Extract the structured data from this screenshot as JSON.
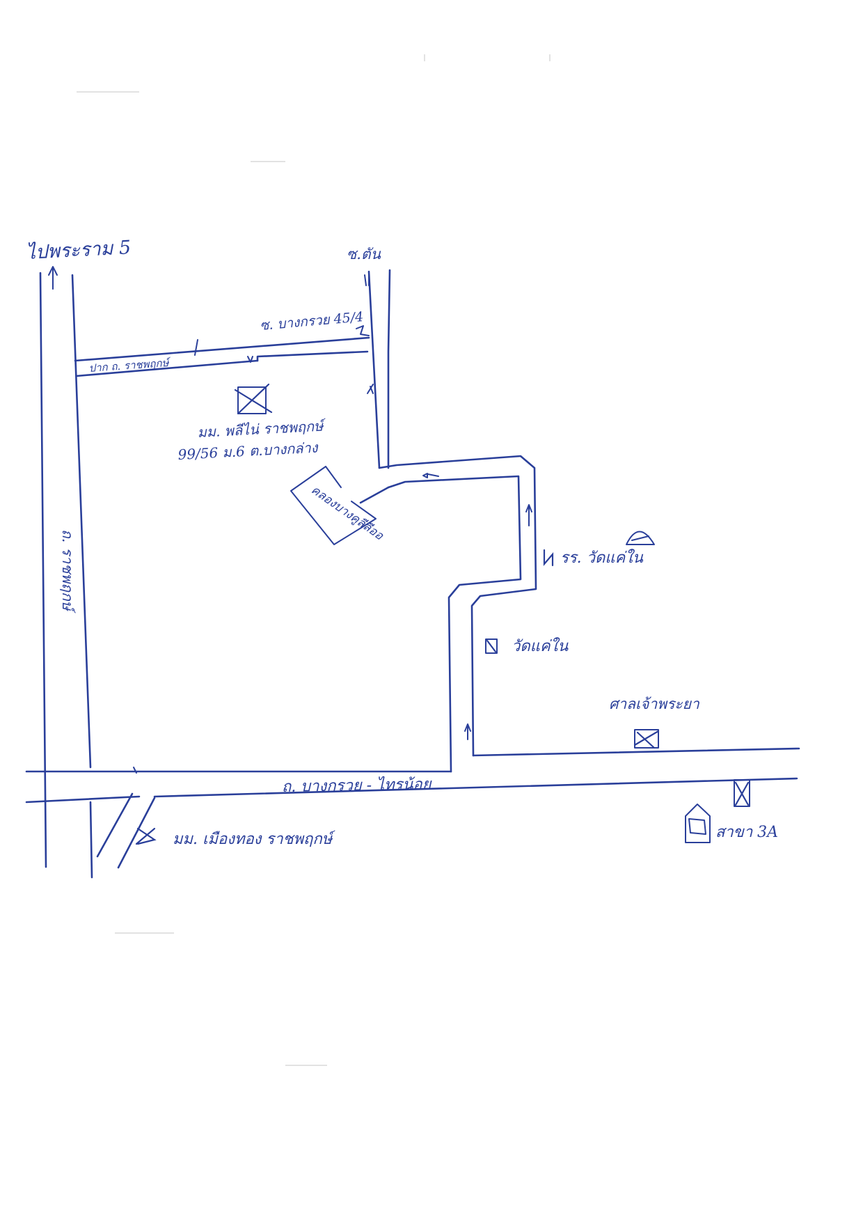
{
  "map": {
    "colors": {
      "ink": "#2a3f9a",
      "paper": "#ffffff"
    },
    "labels": {
      "to_rama5": "ไปพระราม 5",
      "north_end": "ซ.ตัน",
      "soi_bang_kruai": "ซ. บางกรวย 45/4",
      "entrance_road": "ปาก ถ. ราชพฤกษ์",
      "building_name": "มม. พลีไน่ ราชพฤกษ์",
      "building_address": "99/56 ม.6 ต.บางกล่าง",
      "canal_label": "คลองบางคูลีลีออ",
      "school": "รร. วัดแค่ใน",
      "temple": "วัดแค่ใน",
      "shrine": "ศาลเจ้าพระยา",
      "ratchaphruek_road": "ถ. ราชพฤกษ์",
      "main_road": "ถ. บางกรวย - ไทรน้อย",
      "village": "มม. เมืองทอง ราชพฤกษ์",
      "branch": "สาขา 3A"
    },
    "icons": [
      "north-arrow-icon",
      "destination-marker-icon",
      "building-marker-icon",
      "school-marker-icon",
      "temple-marker-icon",
      "shrine-marker-icon",
      "village-marker-icon",
      "branch-marker-icon",
      "shop-marker-icon",
      "dome-icon"
    ]
  }
}
